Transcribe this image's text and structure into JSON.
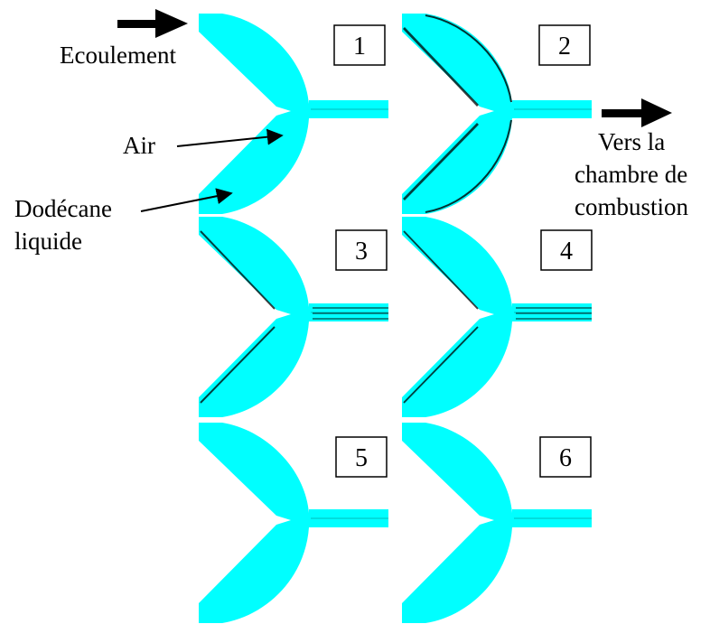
{
  "colors": {
    "fluid": "#00ffff",
    "liquid_trace": "#000000",
    "background": "#ffffff",
    "text": "#000000"
  },
  "annotations": {
    "flow_in": "Ecoulement",
    "air": "Air",
    "liquid_line1": "Dodécane",
    "liquid_line2": "liquide",
    "out_line1": "Vers la",
    "out_line2": "chambre de",
    "out_line3": "combustion"
  },
  "frames": [
    {
      "number": "1",
      "liquid_level": 0.1
    },
    {
      "number": "2",
      "liquid_level": 0.6
    },
    {
      "number": "3",
      "liquid_level": 0.35
    },
    {
      "number": "4",
      "liquid_level": 0.3
    },
    {
      "number": "5",
      "liquid_level": 0.05
    },
    {
      "number": "6",
      "liquid_level": 0.05
    }
  ],
  "icons": [
    "flow-in-arrow-icon",
    "flow-out-arrow-icon",
    "air-pointer-arrow-icon",
    "liquid-pointer-arrow-icon"
  ]
}
